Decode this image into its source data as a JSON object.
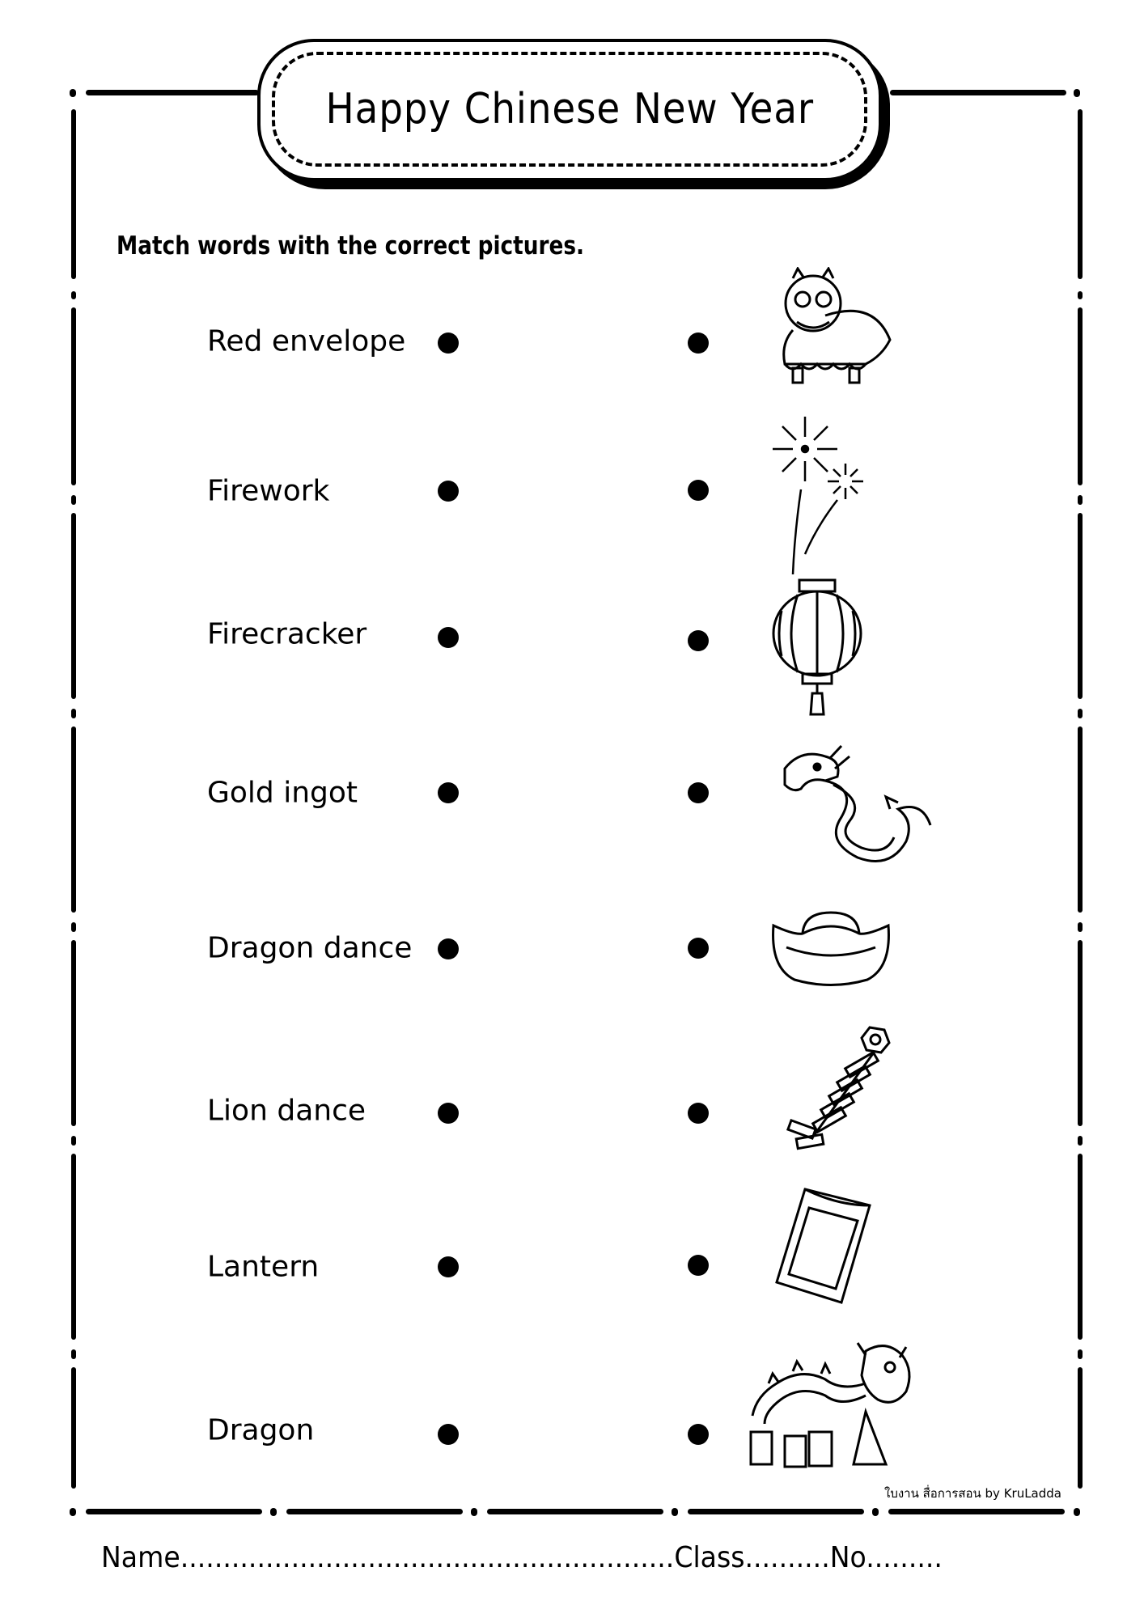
{
  "title": "Happy Chinese New Year",
  "instruction": "Match words with the correct pictures.",
  "words": [
    "Red envelope",
    "Firework",
    "Firecracker",
    "Gold ingot",
    "Dragon dance",
    "Lion dance",
    "Lantern",
    "Dragon"
  ],
  "pictures": [
    "lion-dance-picture",
    "firework-picture",
    "lantern-picture",
    "dragon-picture",
    "gold-ingot-picture",
    "firecracker-picture",
    "red-envelope-picture",
    "dragon-dance-picture"
  ],
  "credit": "ใบงาน สื่อการสอน by KruLadda",
  "footer": "Name..........................................................Class..........No........."
}
